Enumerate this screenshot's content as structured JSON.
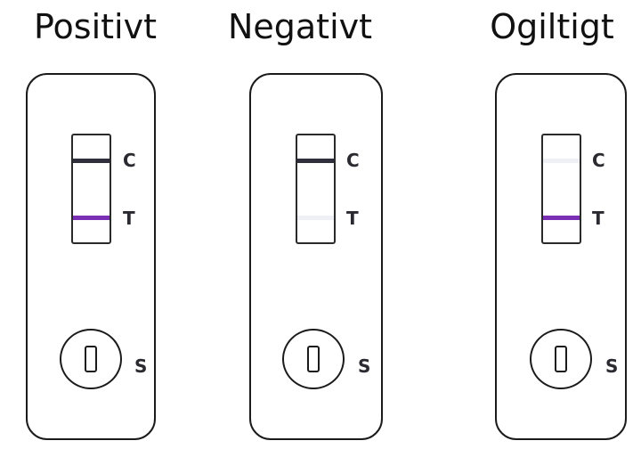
{
  "colors": {
    "control_line": "#2f2f3d",
    "test_line": "#7b2fb5",
    "outline": "#1b1b1b",
    "faint_line": "#eef0f6"
  },
  "tests": [
    {
      "label": "Positivt",
      "control_letter": "C",
      "test_letter": "T",
      "sample_letter": "S",
      "control_line_visible": true,
      "test_line_visible": true
    },
    {
      "label": "Negativt",
      "control_letter": "C",
      "test_letter": "T",
      "sample_letter": "S",
      "control_line_visible": true,
      "test_line_visible": false
    },
    {
      "label": "Ogiltigt",
      "control_letter": "C",
      "test_letter": "T",
      "sample_letter": "S",
      "control_line_visible": false,
      "test_line_visible": true
    }
  ]
}
